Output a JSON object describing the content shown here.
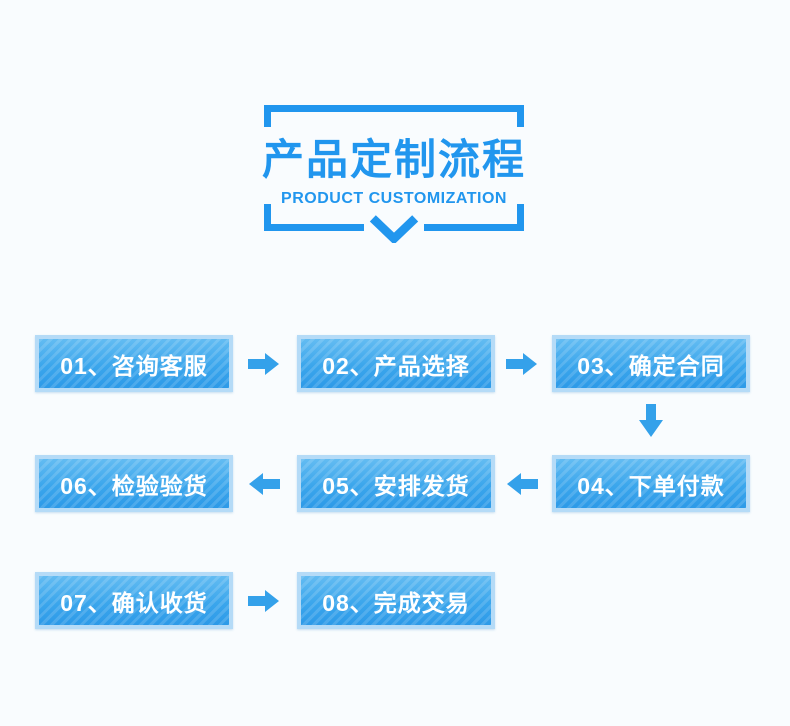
{
  "header": {
    "title": "产品定制流程",
    "subtitle": "PRODUCT CUSTOMIZATION"
  },
  "steps": [
    {
      "text": "01、咨询客服"
    },
    {
      "text": "02、产品选择"
    },
    {
      "text": "03、确定合同"
    },
    {
      "text": "04、下单付款"
    },
    {
      "text": "05、安排发货"
    },
    {
      "text": "06、检验验货"
    },
    {
      "text": "07、确认收货"
    },
    {
      "text": "08、完成交易"
    }
  ],
  "colors": {
    "accent": "#2196ee",
    "box_gradient_top": "#63bcf2",
    "box_gradient_mid": "#3ba6ec",
    "box_gradient_bottom": "#2d9ae8",
    "box_border": "#b5dbf7",
    "arrow": "#34a1ea",
    "step_text": "#ffffff",
    "page_bg": "#f9fcfe"
  }
}
